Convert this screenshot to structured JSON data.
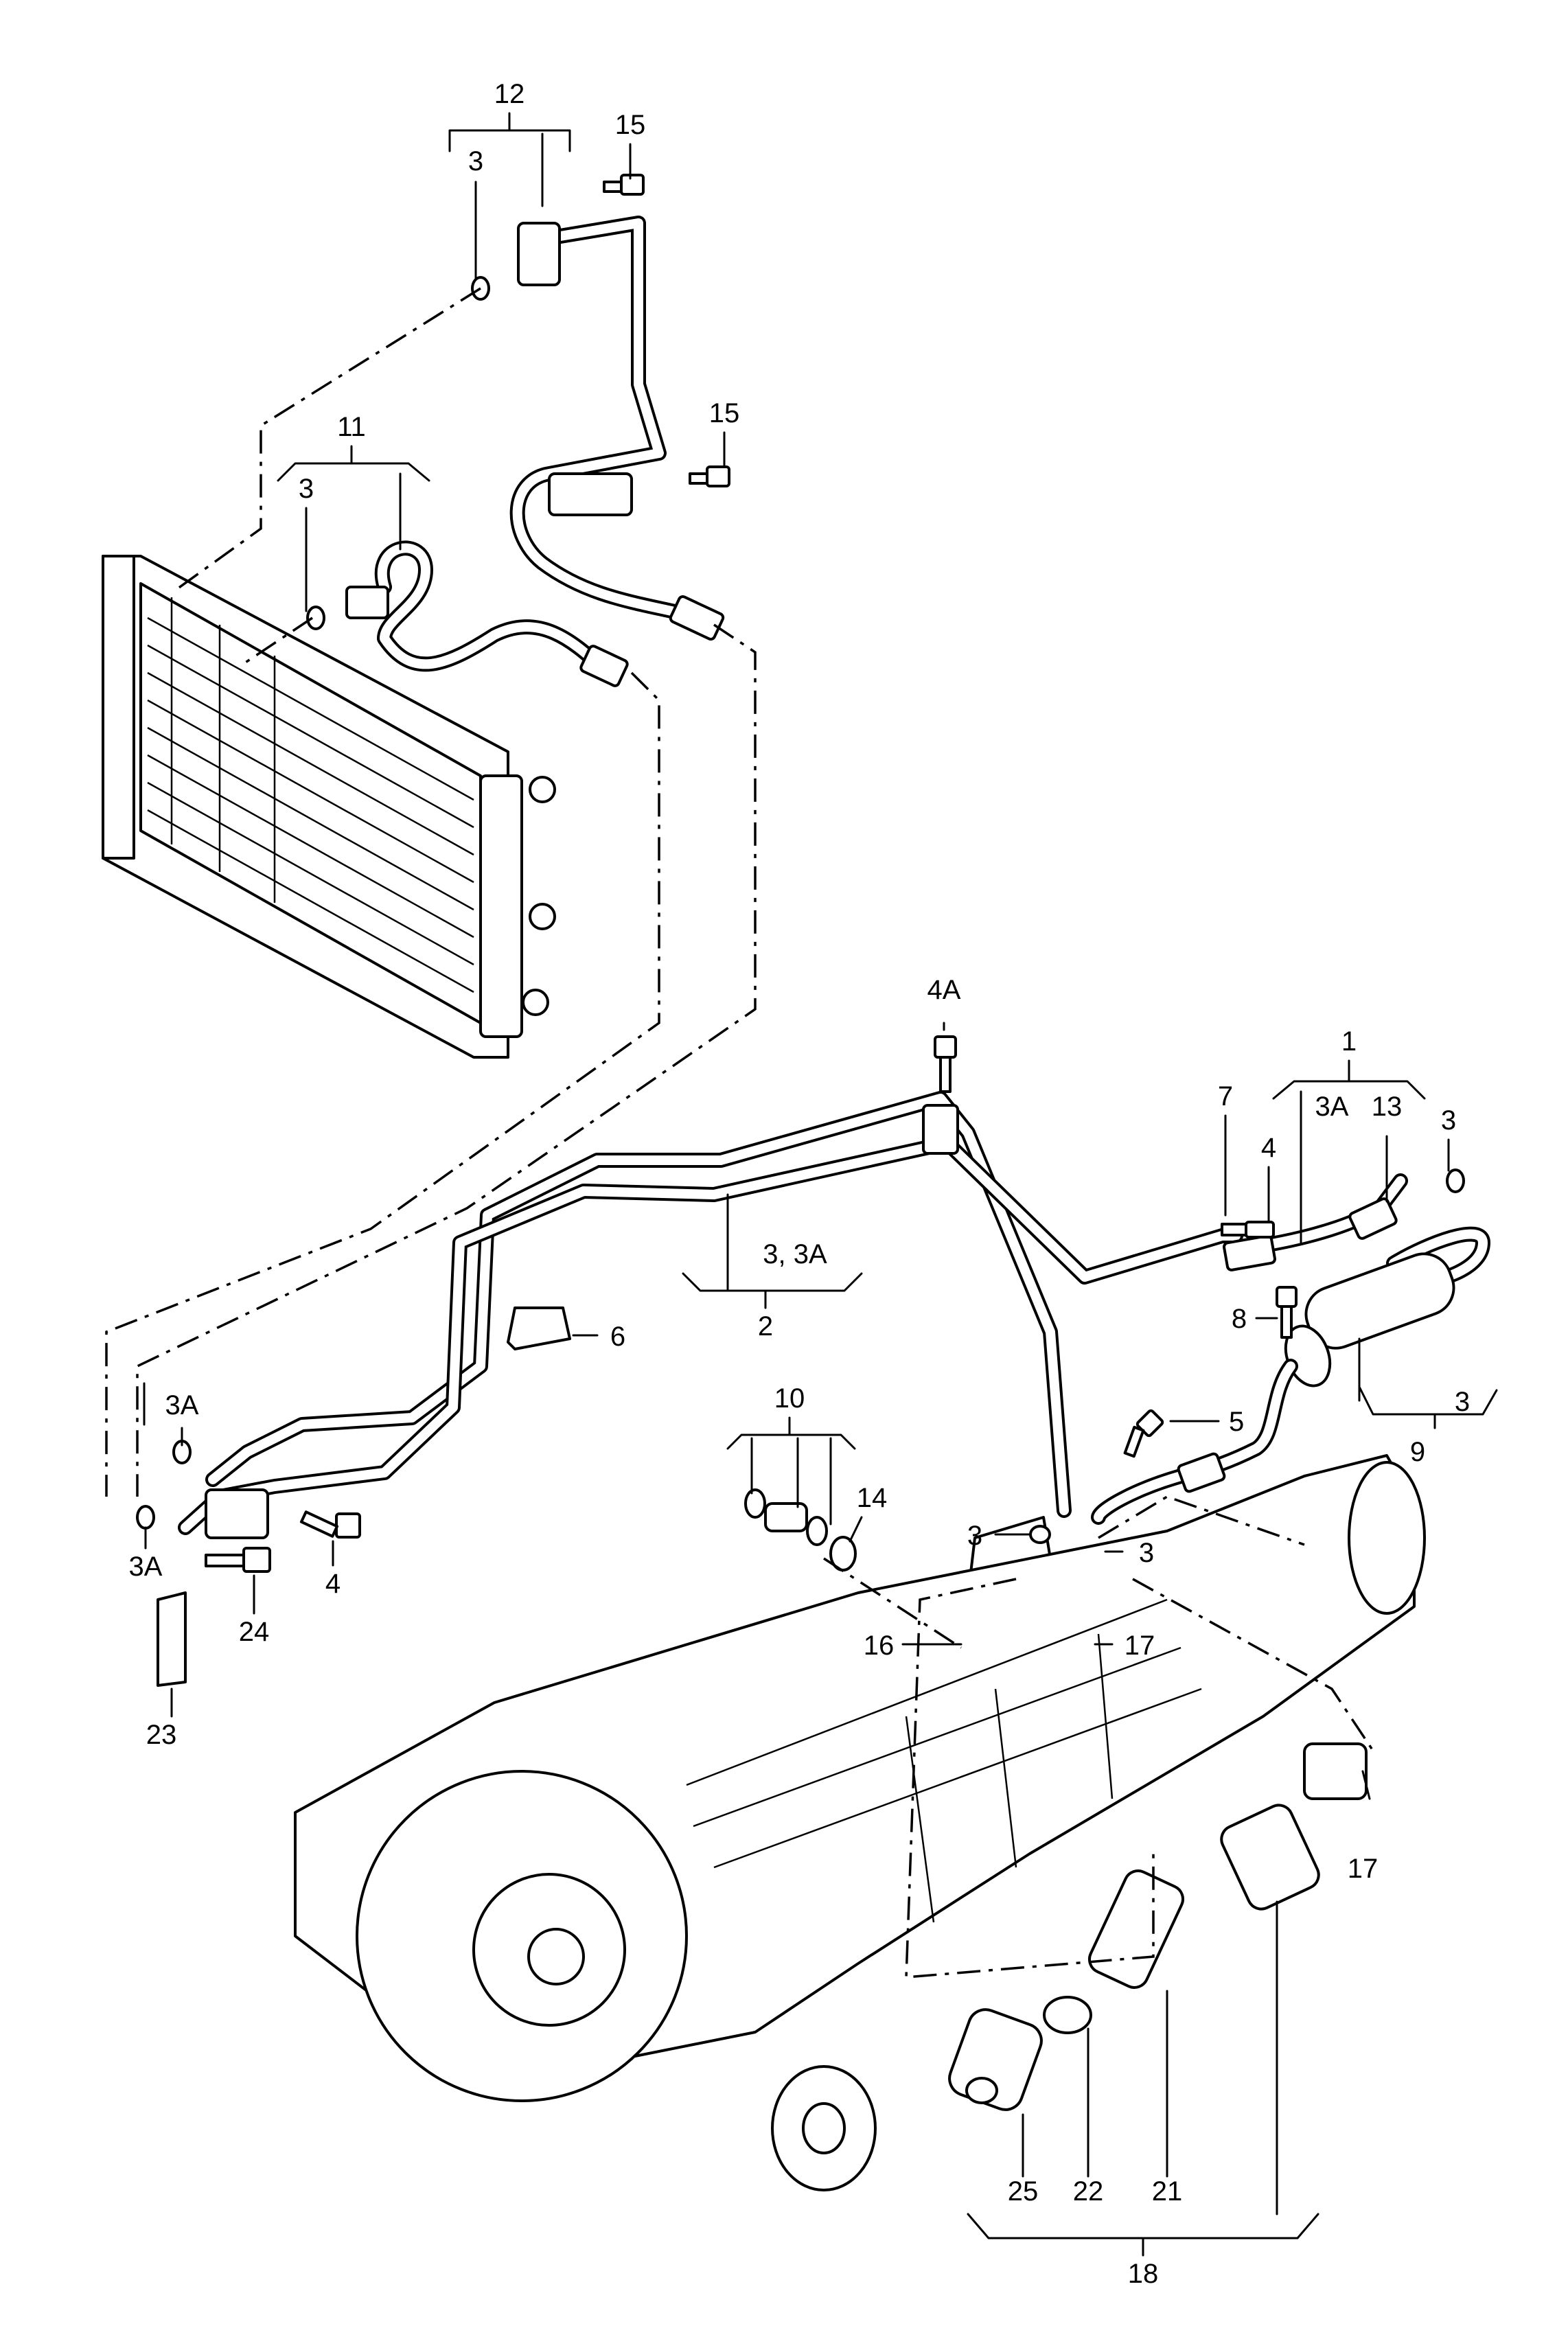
{
  "callouts": {
    "c1": "1",
    "c2": "2",
    "c3_3a": "3, 3A",
    "c3a_right": "3A",
    "c3_right": "3",
    "c3_top": "3",
    "c3_mid": "3",
    "c3_left_conn": "3",
    "c3_right_conn": "3",
    "c3_hose": "3",
    "c3a_left_upper": "3A",
    "c3a_left_lower": "3A",
    "c4_top": "4",
    "c4_left": "4",
    "c4a": "4A",
    "c5": "5",
    "c6": "6",
    "c7": "7",
    "c8": "8",
    "c9": "9",
    "c10": "10",
    "c11": "11",
    "c12": "12",
    "c13": "13",
    "c14": "14",
    "c15_top": "15",
    "c15_mid": "15",
    "c16": "16",
    "c17_top": "17",
    "c17_bottom": "17",
    "c18": "18",
    "c21": "21",
    "c22": "22",
    "c23": "23",
    "c24": "24",
    "c25": "25"
  }
}
